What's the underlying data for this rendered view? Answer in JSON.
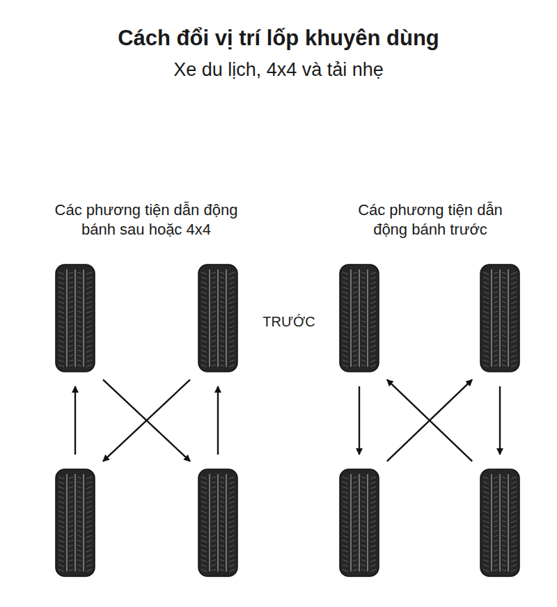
{
  "diagram": {
    "title": "Cách đổi vị trí lốp khuyên dùng",
    "nodes": [
      {
        "text": []
      },
      {
        "text": []
      },
      {
        "text": []
      },
      {
        "text": []
      },
      {
        "text": []
      },
      {
        "text": []
      },
      {
        "text": []
      },
      {
        "text": []
      }
    ],
    "edges": [
      {
        "from": 2,
        "to": 0,
        "arrow": "to"
      },
      {
        "from": 3,
        "to": 1,
        "arrow": "to"
      },
      {
        "from": 0,
        "to": 3,
        "arrow": "to"
      },
      {
        "from": 1,
        "to": 2,
        "arrow": "to"
      },
      {
        "from": 4,
        "to": 6,
        "arrow": "to"
      },
      {
        "from": 5,
        "to": 7,
        "arrow": "to"
      },
      {
        "from": 6,
        "to": 5,
        "arrow": "to"
      },
      {
        "from": 7,
        "to": 4,
        "arrow": "to"
      }
    ],
    "labels": [
      "Xe du lịch, 4x4 và tải nhẹ",
      "Các phương tiện dẫn động bánh sau hoặc 4x4",
      "Các phương tiện dẫn động bánh trước",
      "TRƯỚC"
    ]
  }
}
